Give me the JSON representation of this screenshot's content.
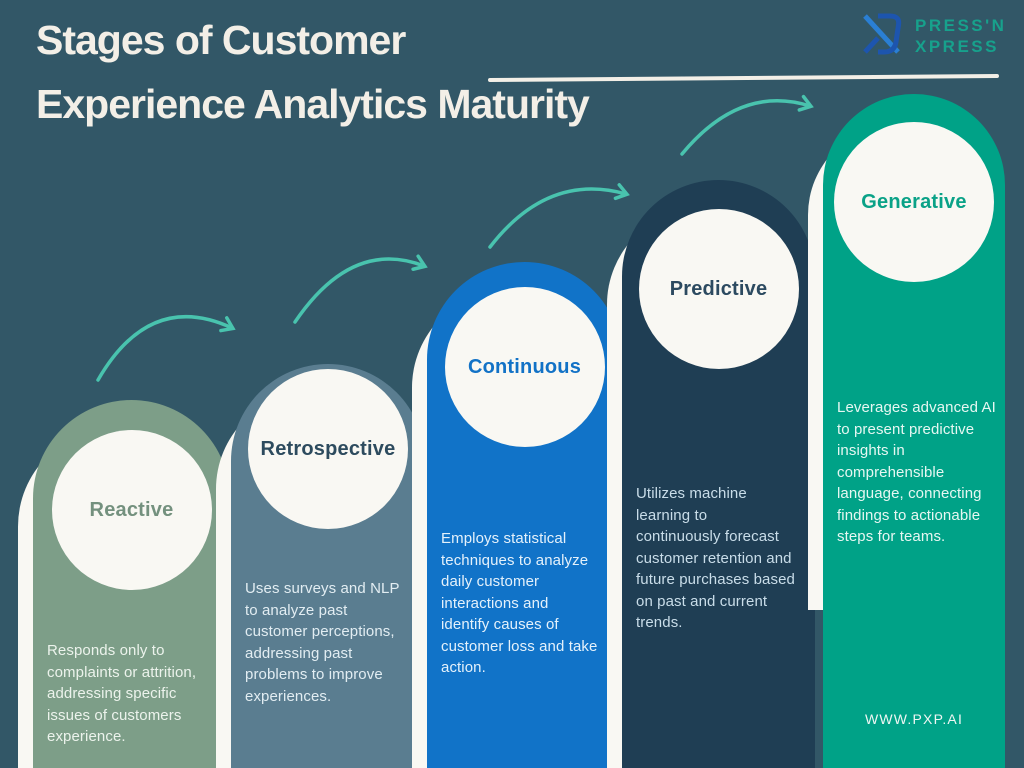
{
  "title": {
    "line1": "Stages of Customer",
    "line2": "Experience Analytics Maturity"
  },
  "brand": {
    "name_line1": "PRESS'N",
    "name_line2": "XPRESS",
    "logo_blue_light": "#2a7fd4",
    "logo_blue_dark": "#1d55ae",
    "text_color": "#17a18c"
  },
  "website": "WWW.PXP.AI",
  "colors": {
    "background": "#325767",
    "circle_fill": "#f9f8f3",
    "arrow": "#49c3ae",
    "title_text": "#f3efe7"
  },
  "stages": [
    {
      "label": "Reactive",
      "pill_color": "#7d9e88",
      "label_color": "#74917e",
      "text_color": "#ecf3ec",
      "description": "Responds only to\ncomplaints or attrition,\naddressing specific\nissues of customers\nexperience."
    },
    {
      "label": "Retrospective",
      "pill_color": "#5a7d90",
      "label_color": "#2d4b5e",
      "text_color": "#e2edf2",
      "description": "Uses surveys and NLP\nto analyze past\ncustomer perceptions,\naddressing past\nproblems to improve\nexperiences."
    },
    {
      "label": "Continuous",
      "pill_color": "#1173c8",
      "label_color": "#1272c6",
      "text_color": "#e4f1fb",
      "description": "Employs statistical\ntechniques to analyze\ndaily customer\ninteractions and\nidentify causes of\ncustomer loss and take\naction."
    },
    {
      "label": "Predictive",
      "pill_color": "#1f3e54",
      "label_color": "#2c4a60",
      "text_color": "#c9dde9",
      "description": "Utilizes machine\nlearning to\ncontinuously forecast\ncustomer retention and\nfuture purchases based\non past and current\ntrends."
    },
    {
      "label": "Generative",
      "pill_color": "#00a287",
      "label_color": "#0aa287",
      "text_color": "#e6f7f2",
      "description": "Leverages advanced AI\nto present predictive\ninsights in\ncomprehensible\nlanguage, connecting\nfindings to actionable\nsteps for teams."
    }
  ]
}
